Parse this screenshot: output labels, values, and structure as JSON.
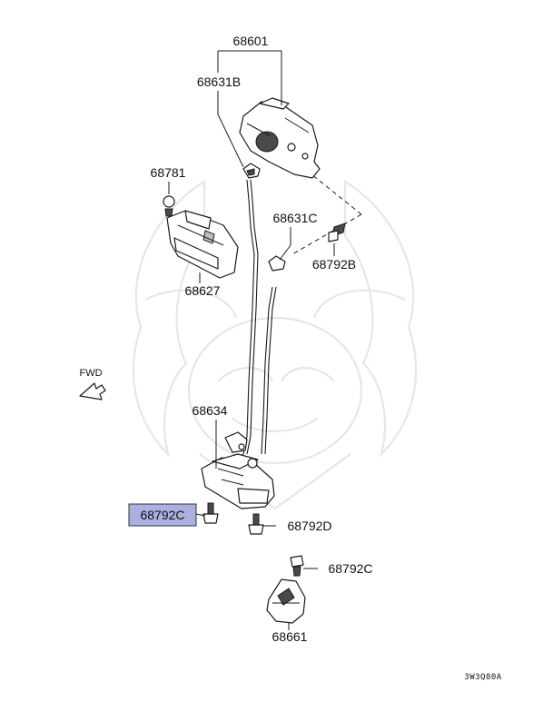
{
  "diagram": {
    "parts": {
      "lock_actuator": "68601",
      "clip_upper_rod": "68631B",
      "bumper": "68781",
      "clip_lower_rod": "68631C",
      "screw_actuator": "68792B",
      "handle": "68627",
      "latch": "68634",
      "bolt_left": "68792C",
      "bolt_latch": "68792D",
      "bolt_striker": "68792C",
      "striker": "68661"
    },
    "direction_label": "FWD",
    "diagram_code": "3W3Q80A",
    "highlight_color": "#aab0e0"
  }
}
